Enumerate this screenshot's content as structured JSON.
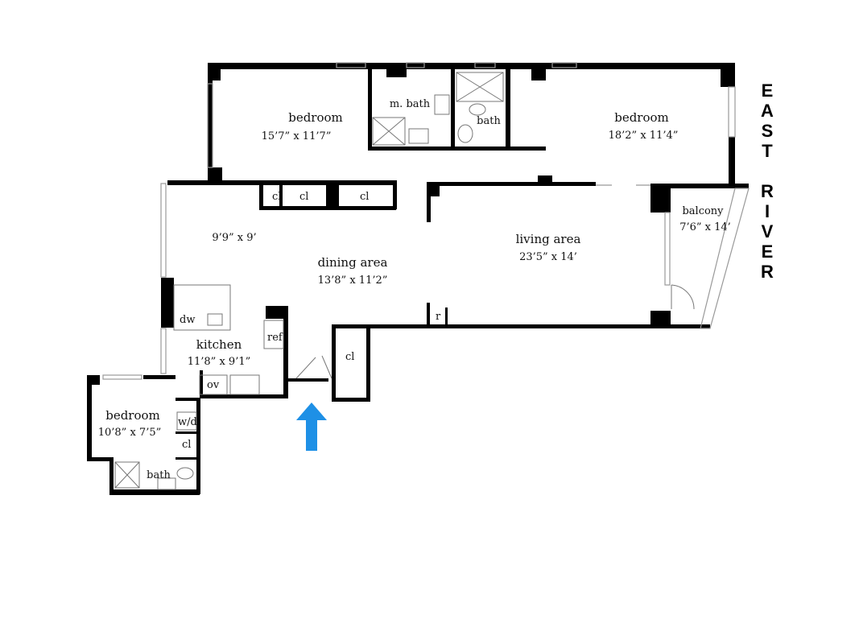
{
  "rooms": {
    "bedroom_nw": {
      "name": "bedroom",
      "size": "15’7” x 11’7”"
    },
    "master_bath": {
      "name": "m. bath"
    },
    "bath_north": {
      "name": "bath"
    },
    "bedroom_ne": {
      "name": "bedroom",
      "size": "18’2” x 11’4”"
    },
    "balcony": {
      "name": "balcony",
      "size": "7’6” x 14’"
    },
    "foyer": {
      "size": "9’9” x 9’"
    },
    "dining": {
      "name": "dining area",
      "size": "13’8” x 11’2”"
    },
    "living": {
      "name": "living area",
      "size": "23’5” x 14’"
    },
    "kitchen": {
      "name": "kitchen",
      "size": "11’8” x 9’1”"
    },
    "bedroom_sw": {
      "name": "bedroom",
      "size": "10’8” x 7’5”"
    },
    "bath_sw": {
      "name": "bath"
    }
  },
  "fixtures": {
    "closet": "cl",
    "dishwasher": "dw",
    "refrigerator": "ref",
    "oven": "ov",
    "washer_dryer": "w/d",
    "r": "r"
  },
  "orientation": {
    "word1": [
      "E",
      "A",
      "S",
      "T"
    ],
    "word2": [
      "R",
      "I",
      "V",
      "E",
      "R"
    ]
  },
  "colors": {
    "wall": "#000000",
    "window": "#999999",
    "entry_arrow": "#1e90e6"
  }
}
